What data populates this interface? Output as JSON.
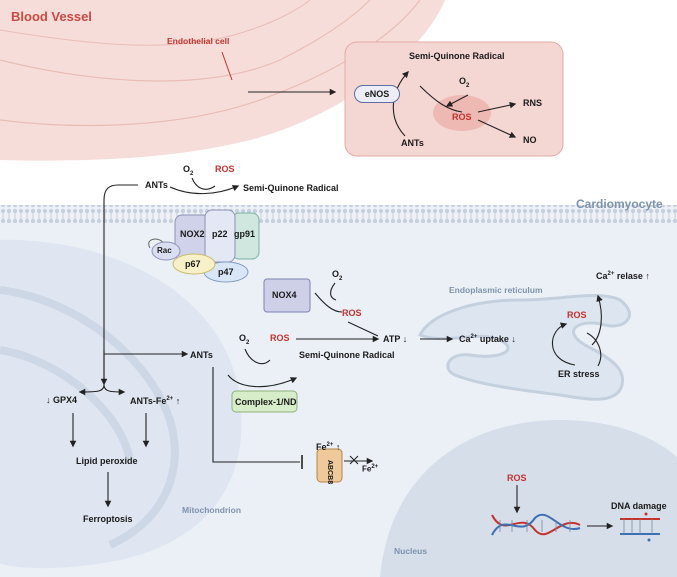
{
  "titles": {
    "blood_vessel": "Blood Vessel",
    "cardiomyocyte": "Cardiomyocyte",
    "endothelial_cell": "Endothelial cell",
    "mitochondrion": "Mitochondrion",
    "er": "Endoplasmic reticulum",
    "nucleus": "Nucleus"
  },
  "endothelial_inset": {
    "enzyme": "eNOS",
    "semiquinone": "Semi-Quinone Radical",
    "o2": "O",
    "o2_sub": "2",
    "ros": "ROS",
    "rns": "RNS",
    "no": "NO",
    "ants": "ANTs"
  },
  "nox_complex": {
    "ants": "ANTs",
    "o2": "O",
    "o2_sub": "2",
    "ros": "ROS",
    "semiquinone": "Semi-Quinone Radical",
    "subunits": {
      "nox2": "NOX2",
      "p22": "p22",
      "gp91": "gp91",
      "rac": "Rac",
      "p67": "p67",
      "p47": "p47"
    }
  },
  "nox4": {
    "label": "NOX4",
    "o2": "O",
    "o2_sub": "2",
    "ros": "ROS"
  },
  "mito_pathway": {
    "ants": "ANTs",
    "o2": "O",
    "o2_sub": "2",
    "ros": "ROS",
    "semiquinone": "Semi-Quinone Radical",
    "complex": "Complex-1/ND",
    "atp": "ATP",
    "abcb8": "ABCB8",
    "fe": "Fe",
    "fe_sup": "2+"
  },
  "ferroptosis": {
    "gpx4": "GPX4",
    "ants_fe": "ANTs-Fe",
    "ants_fe_sup": "2+",
    "lipid_peroxide": "Lipid peroxide",
    "ferroptosis": "Ferroptosis"
  },
  "calcium": {
    "ca": "Ca",
    "ca_sup": "2+",
    "uptake": " uptake",
    "release": " relase",
    "ros": "ROS",
    "er_stress": "ER  stress"
  },
  "nucleus_part": {
    "ros": "ROS",
    "dna_damage": "DNA damage"
  },
  "colors": {
    "ros_red": "#c4322c",
    "vessel_pink": "#f3cfc9",
    "cell_blue": "#e7eef7",
    "nox_purple": "#cfd2e8",
    "complex_green": "#d7ecc9",
    "abcb8_orange": "#f0c99b",
    "p67_yellow": "#f8f0c6",
    "gp91_teal": "#cfe7df"
  }
}
